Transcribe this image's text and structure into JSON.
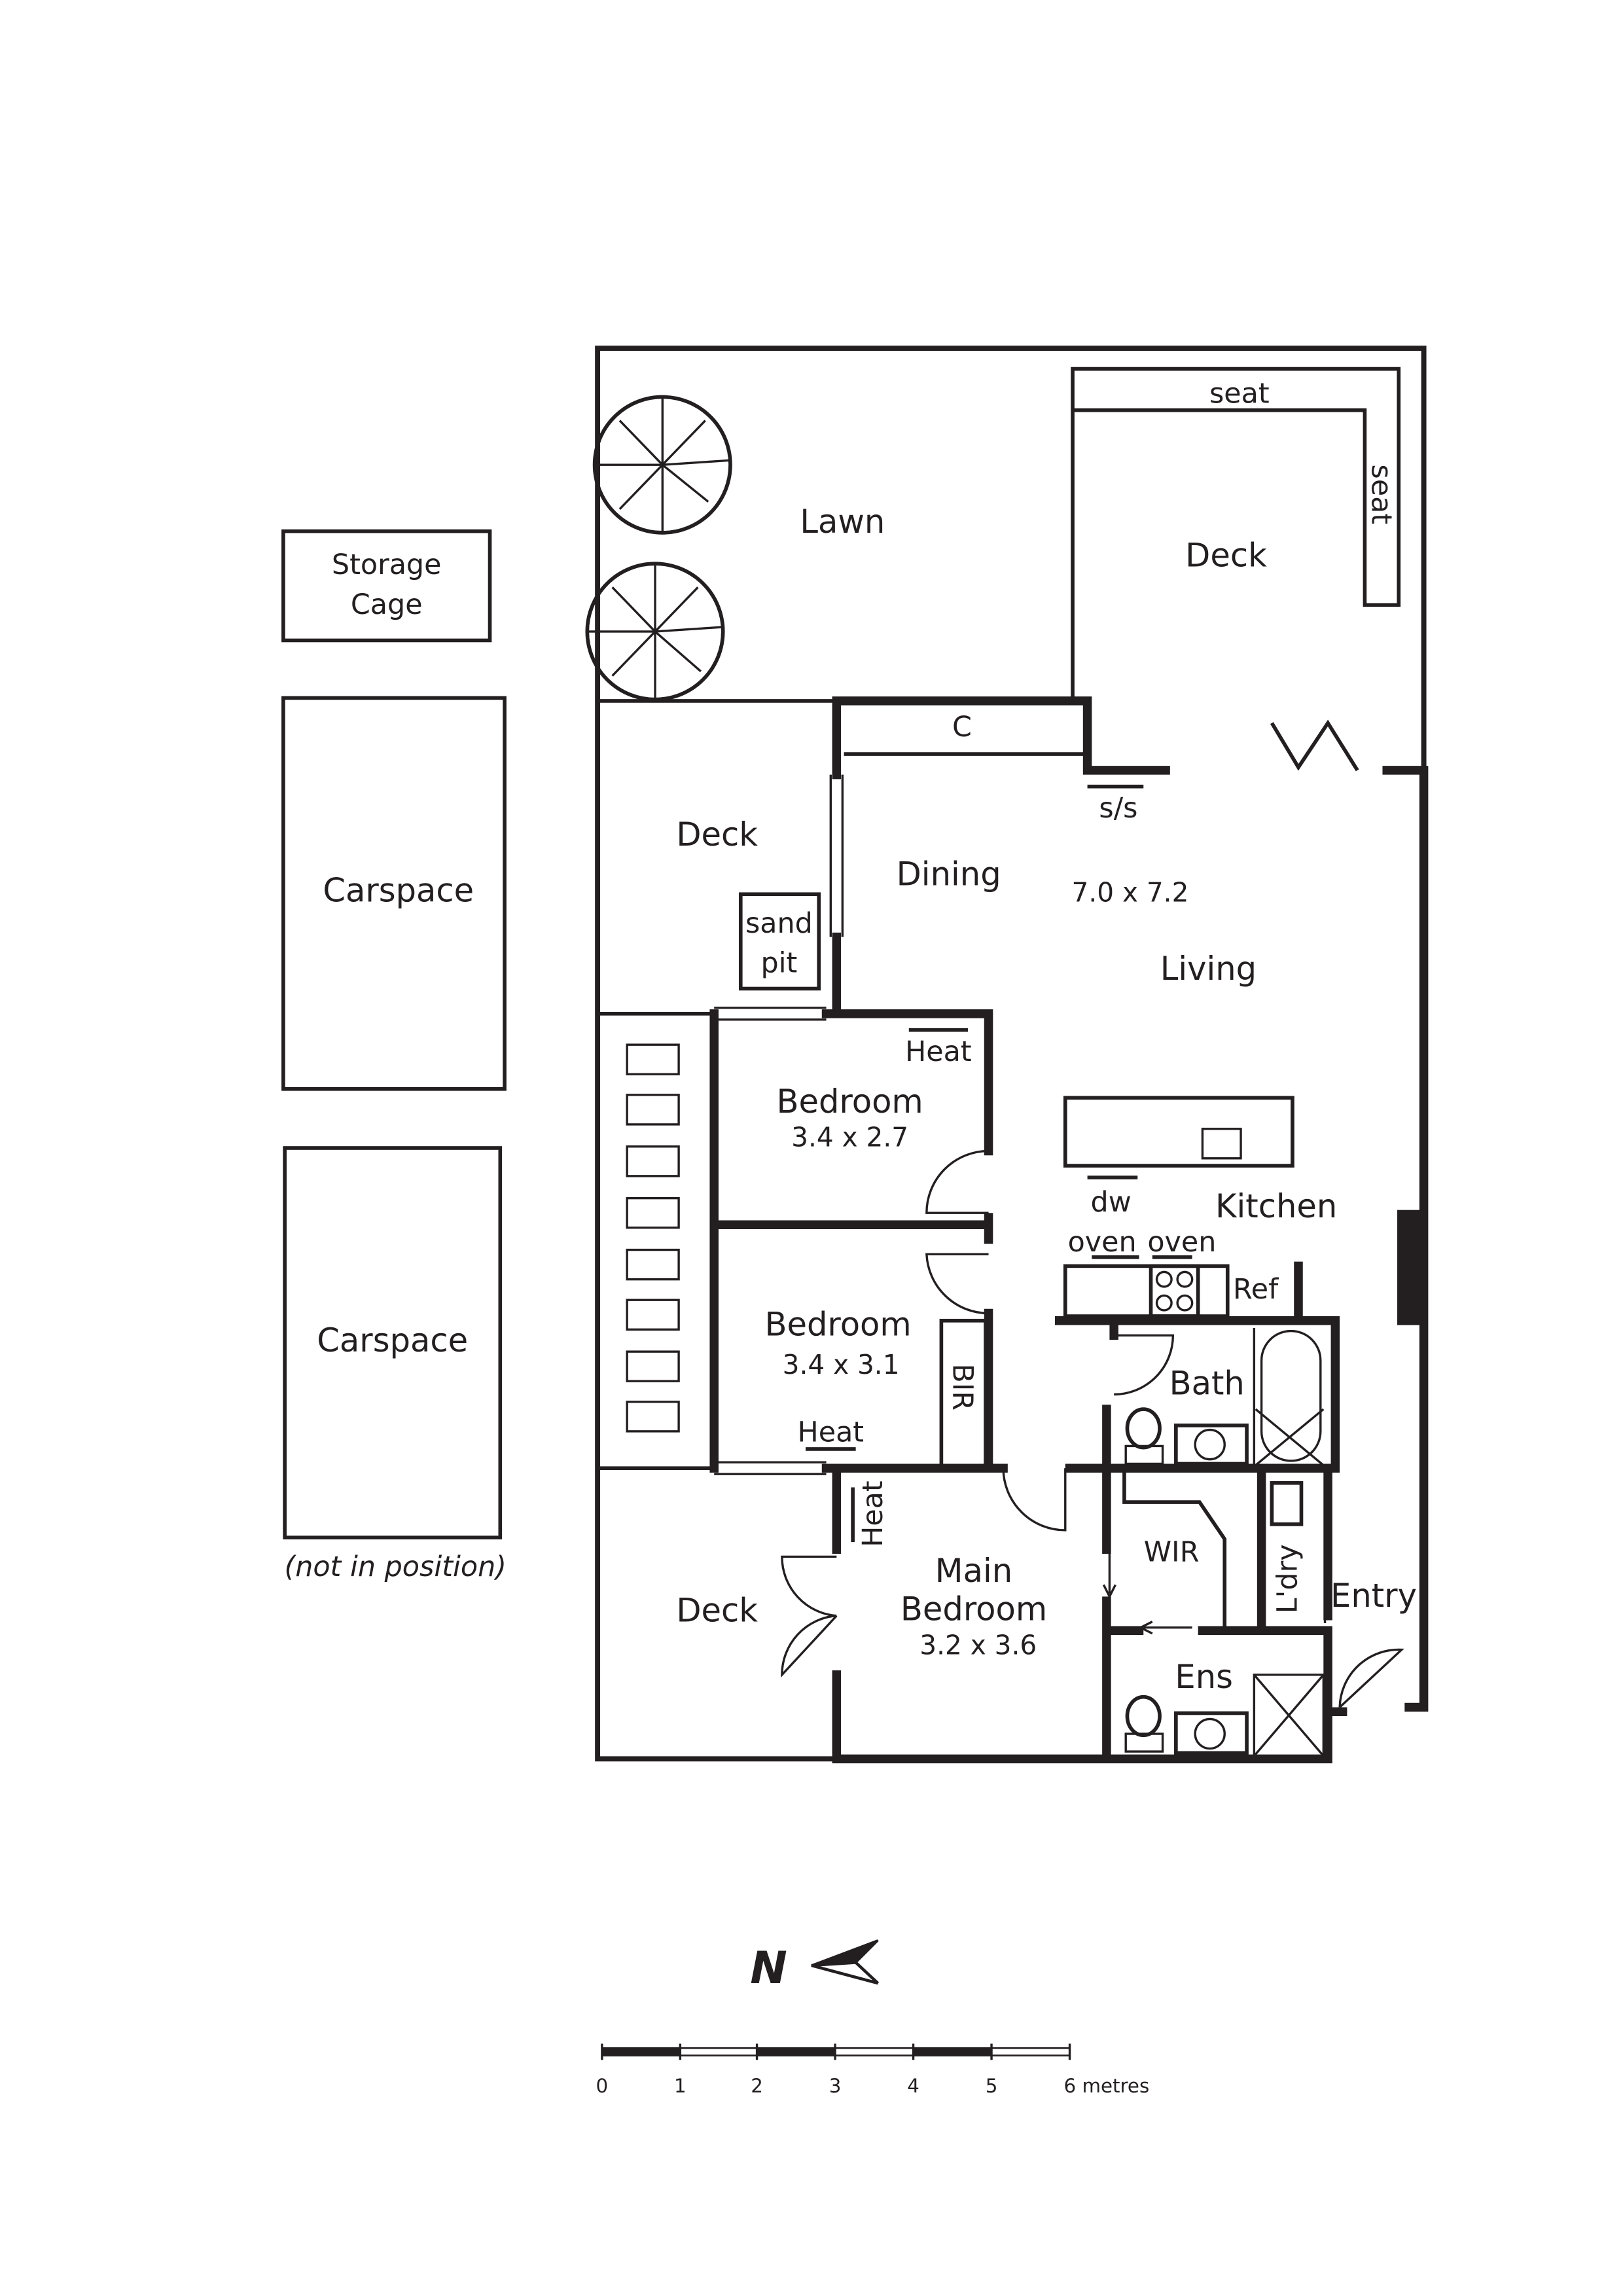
{
  "rooms": {
    "lawn": "Lawn",
    "deck_rear": "Deck",
    "seat_top": "seat",
    "seat_side": "seat",
    "cupboard": "C",
    "sliding_door": "s/s",
    "deck_side": "Deck",
    "sand_pit_1": "sand",
    "sand_pit_2": "pit",
    "dining": "Dining",
    "living_dims": "7.0 x 7.2",
    "living": "Living",
    "bedroom1": "Bedroom",
    "bedroom1_dims": "3.4 x 2.7",
    "heat1": "Heat",
    "bedroom2": "Bedroom",
    "bedroom2_dims": "3.4 x 3.1",
    "heat2": "Heat",
    "bir": "BIR",
    "kitchen": "Kitchen",
    "dw": "dw",
    "oven1": "oven",
    "oven2": "oven",
    "ref": "Ref",
    "bath": "Bath",
    "main_bedroom_1": "Main",
    "main_bedroom_2": "Bedroom",
    "main_bedroom_dims": "3.2 x 3.6",
    "heat3": "Heat",
    "wir": "WIR",
    "laundry": "L'dry",
    "entry": "Entry",
    "ens": "Ens",
    "deck_front": "Deck"
  },
  "outbuildings": {
    "storage_1": "Storage",
    "storage_2": "Cage",
    "carspace1": "Carspace",
    "carspace2": "Carspace",
    "not_in_position": "(not in position)"
  },
  "compass": {
    "label": "N"
  },
  "scale": {
    "ticks": [
      "0",
      "1",
      "2",
      "3",
      "4",
      "5",
      "6 metres"
    ]
  }
}
